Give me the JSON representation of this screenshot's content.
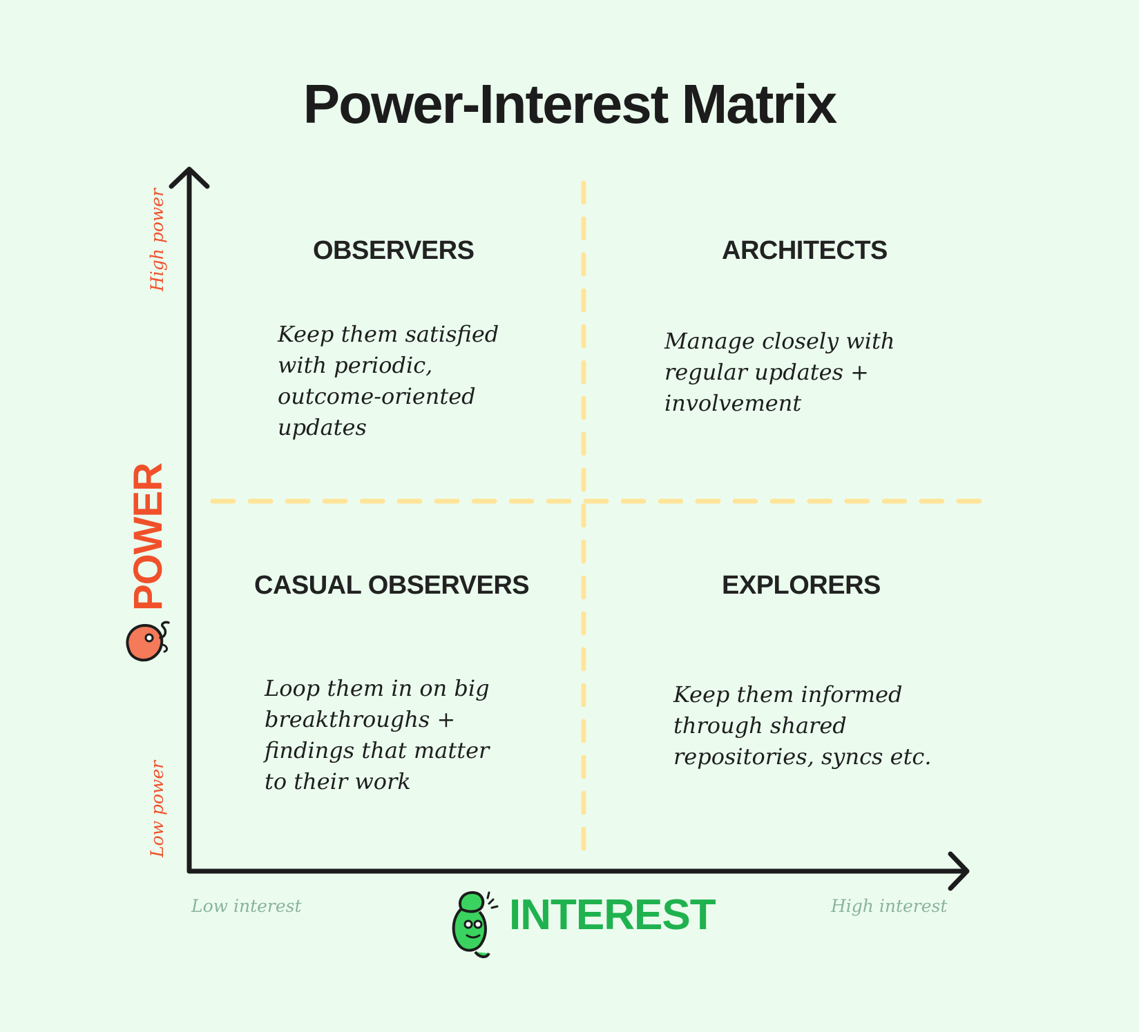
{
  "title": "Power-Interest Matrix",
  "axes": {
    "y_label": "POWER",
    "x_label": "INTEREST",
    "y_high": "High power",
    "y_low": "Low power",
    "x_low": "Low interest",
    "x_high": "High interest"
  },
  "quadrants": {
    "top_left": {
      "heading": "OBSERVERS",
      "text": "Keep them satisfied\nwith periodic,\noutcome-oriented\nupdates"
    },
    "top_right": {
      "heading": "ARCHITECTS",
      "text": "Manage closely with\nregular updates +\ninvolvement"
    },
    "bottom_left": {
      "heading": "CASUAL OBSERVERS",
      "text": "Loop them in on big\nbreakthroughs +\nfindings that matter\nto their work"
    },
    "bottom_right": {
      "heading": "EXPLORERS",
      "text": "Keep them informed\nthrough shared\nrepositories, syncs etc."
    }
  },
  "icons": {
    "power": "red-bomb-character-icon",
    "interest": "green-thinking-character-icon"
  },
  "colors": {
    "background": "#ebfcef",
    "power_accent": "#f0512a",
    "interest_accent": "#1fb24e",
    "divider": "#ffe49a",
    "axis": "#1c1c1c"
  }
}
